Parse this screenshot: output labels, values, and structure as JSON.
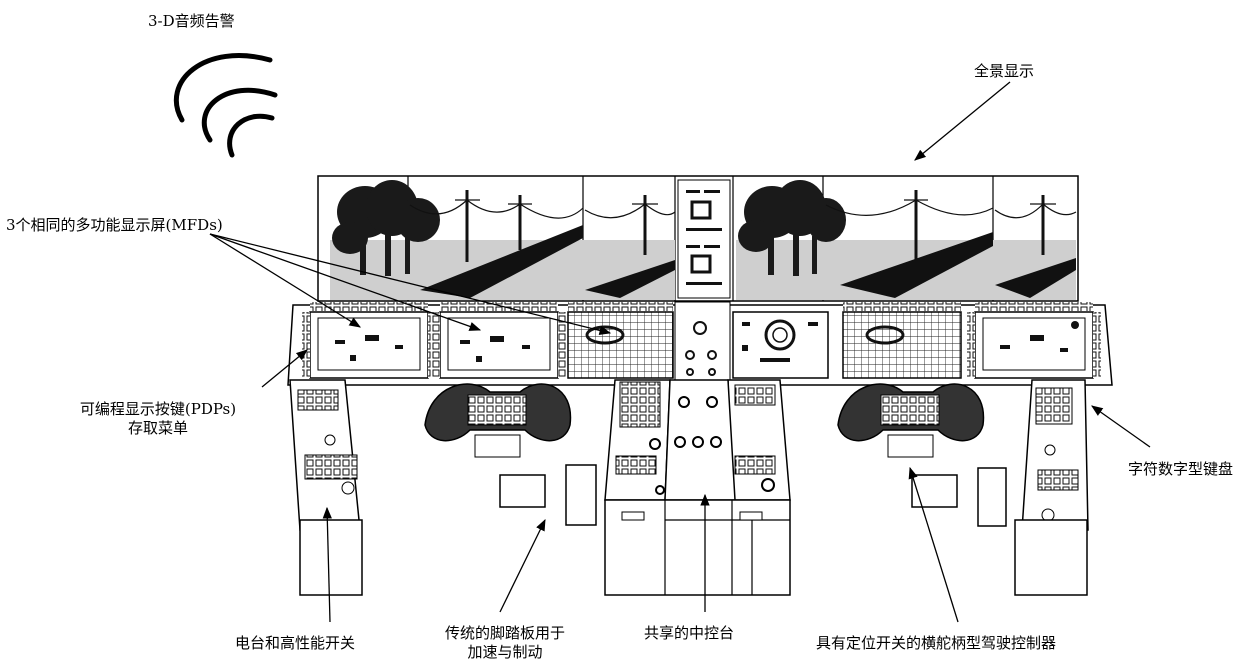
{
  "labels": {
    "audio_alert": "3-D音频告警",
    "panoramic_display": "全景显示",
    "mfds": "3个相同的多功能显示屏(MFDs)",
    "pdps_line1": "可编程显示按键(PDPs)",
    "pdps_line2": "存取菜单",
    "alnum_keyboard": "字符数字型键盘",
    "radio_switches": "电台和高性能开关",
    "pedals_line1": "传统的脚踏板用于",
    "pedals_line2": "加速与制动",
    "center_console": "共享的中控台",
    "yoke_controller": "具有定位开关的横舵柄型驾驶控制器"
  }
}
